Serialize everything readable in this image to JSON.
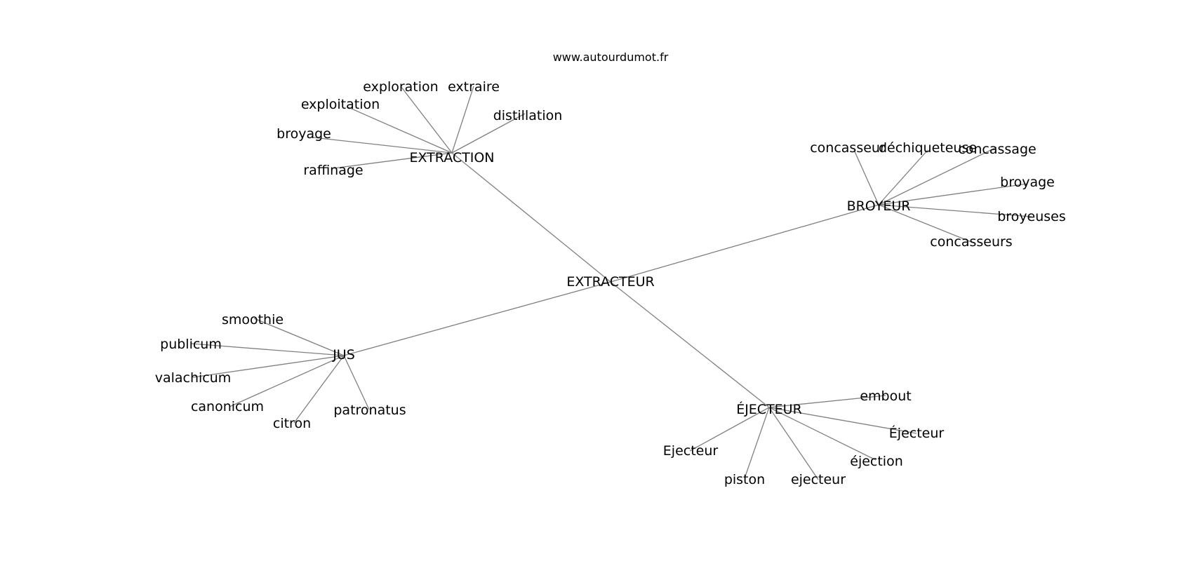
{
  "watermark": "www.autourdumot.fr",
  "graph": {
    "center": "EXTRACTEUR",
    "hubs": [
      {
        "id": "extraction",
        "label": "EXTRACTION",
        "leaves": [
          {
            "id": "exploration",
            "label": "exploration"
          },
          {
            "id": "extraire",
            "label": "extraire"
          },
          {
            "id": "exploitation",
            "label": "exploitation"
          },
          {
            "id": "distillation",
            "label": "distillation"
          },
          {
            "id": "broyage",
            "label": "broyage"
          },
          {
            "id": "raffinage",
            "label": "raffinage"
          }
        ]
      },
      {
        "id": "broyeur",
        "label": "BROYEUR",
        "leaves": [
          {
            "id": "concasseur",
            "label": "concasseur"
          },
          {
            "id": "dechiqueteuse",
            "label": "déchiqueteuse"
          },
          {
            "id": "concassage",
            "label": "concassage"
          },
          {
            "id": "broyage",
            "label": "broyage"
          },
          {
            "id": "broyeuses",
            "label": "broyeuses"
          },
          {
            "id": "concasseurs",
            "label": "concasseurs"
          }
        ]
      },
      {
        "id": "jus",
        "label": "JUS",
        "leaves": [
          {
            "id": "smoothie",
            "label": "smoothie"
          },
          {
            "id": "publicum",
            "label": "publicum"
          },
          {
            "id": "valachicum",
            "label": "valachicum"
          },
          {
            "id": "canonicum",
            "label": "canonicum"
          },
          {
            "id": "citron",
            "label": "citron"
          },
          {
            "id": "patronatus",
            "label": "patronatus"
          }
        ]
      },
      {
        "id": "ejecteur",
        "label": "ÉJECTEUR",
        "leaves": [
          {
            "id": "embout",
            "label": "embout"
          },
          {
            "id": "ejecteur-cap",
            "label": "Éjecteur"
          },
          {
            "id": "ejecteur-plain",
            "label": "Ejecteur"
          },
          {
            "id": "ejection",
            "label": "éjection"
          },
          {
            "id": "piston",
            "label": "piston"
          },
          {
            "id": "ejecteur-lower",
            "label": "ejecteur"
          }
        ]
      }
    ]
  }
}
